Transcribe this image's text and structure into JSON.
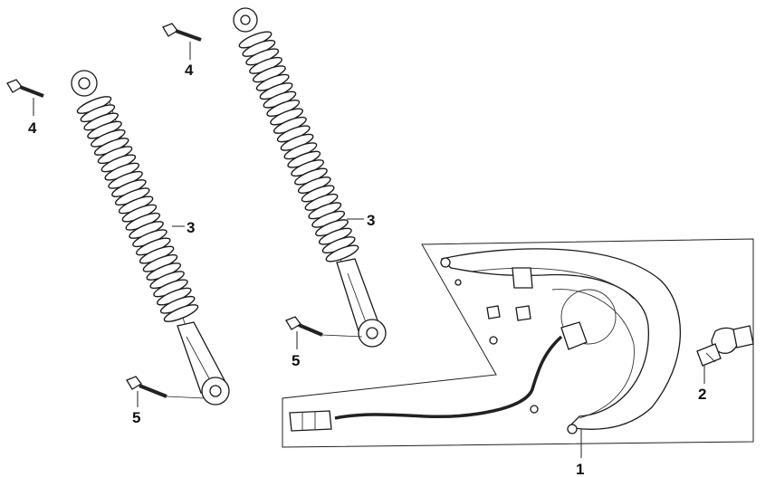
{
  "callouts": {
    "bolt_top_left": "4",
    "bolt_top_mid": "4",
    "shock_left": "3",
    "shock_right": "3",
    "bolt_bottom_mid": "5",
    "bolt_bottom_left": "5",
    "bulb": "2",
    "tail_light": "1"
  },
  "colors": {
    "line": "#1a1a1a",
    "background": "#ffffff"
  }
}
